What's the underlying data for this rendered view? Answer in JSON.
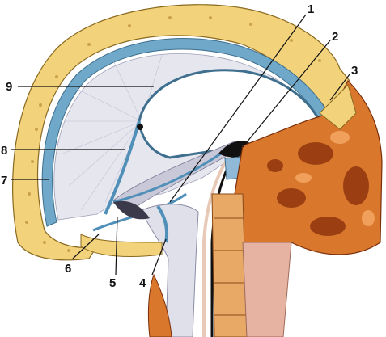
{
  "figure": {
    "labels": [
      {
        "id": "1",
        "text": "1"
      },
      {
        "id": "2",
        "text": "2"
      },
      {
        "id": "3",
        "text": "3"
      },
      {
        "id": "4",
        "text": "4"
      },
      {
        "id": "5",
        "text": "5"
      },
      {
        "id": "6",
        "text": "6"
      },
      {
        "id": "7",
        "text": "7"
      },
      {
        "id": "8",
        "text": "8"
      },
      {
        "id": "9",
        "text": "9"
      }
    ],
    "colors": {
      "background": "#ffffff",
      "bone_yellow": "#f2d27a",
      "bone_dots": "#c9a24a",
      "dura_blue": "#6fa8c8",
      "sinus_blue": "#4f8fb8",
      "brain_gray": "#e6e6ef",
      "facial_bone_orange": "#d9782d",
      "facial_bone_dark": "#9b3f12",
      "tissue_pink": "#e6b3a3",
      "black": "#111111"
    }
  }
}
